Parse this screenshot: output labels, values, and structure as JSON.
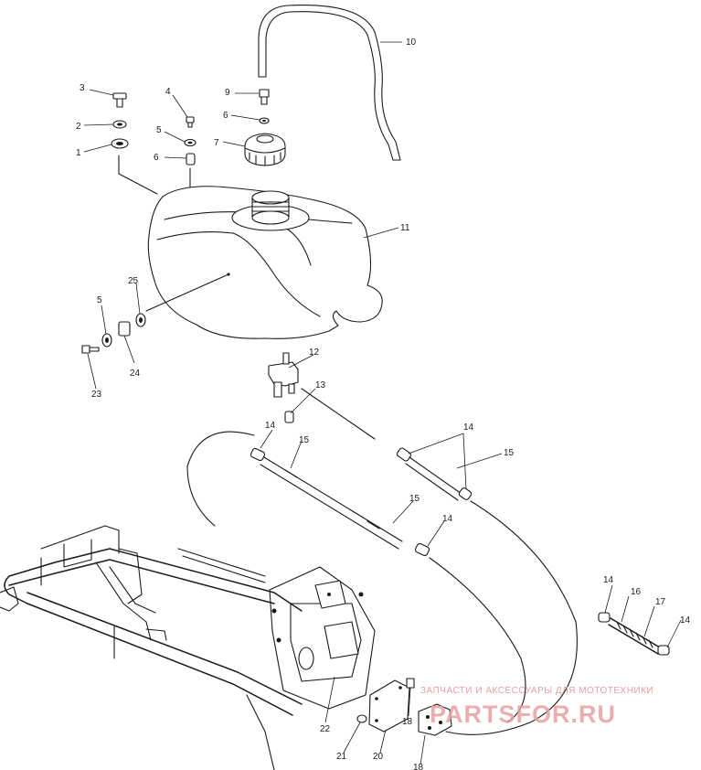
{
  "callouts": [
    {
      "id": "c1",
      "text": "1"
    },
    {
      "id": "c2",
      "text": "2"
    },
    {
      "id": "c3",
      "text": "3"
    },
    {
      "id": "c4",
      "text": "4"
    },
    {
      "id": "c5a",
      "text": "5"
    },
    {
      "id": "c6a",
      "text": "6"
    },
    {
      "id": "c7",
      "text": "7"
    },
    {
      "id": "c6b",
      "text": "6"
    },
    {
      "id": "c9",
      "text": "9"
    },
    {
      "id": "c10",
      "text": "10"
    },
    {
      "id": "c11",
      "text": "11"
    },
    {
      "id": "c25",
      "text": "25"
    },
    {
      "id": "c5b",
      "text": "5"
    },
    {
      "id": "c24",
      "text": "24"
    },
    {
      "id": "c23",
      "text": "23"
    },
    {
      "id": "c12",
      "text": "12"
    },
    {
      "id": "c13",
      "text": "13"
    },
    {
      "id": "c14a",
      "text": "14"
    },
    {
      "id": "c15a",
      "text": "15"
    },
    {
      "id": "c14b",
      "text": "14"
    },
    {
      "id": "c15b",
      "text": "15"
    },
    {
      "id": "c15c",
      "text": "15"
    },
    {
      "id": "c14c",
      "text": "14"
    },
    {
      "id": "c14d",
      "text": "14"
    },
    {
      "id": "c16",
      "text": "16"
    },
    {
      "id": "c17",
      "text": "17"
    },
    {
      "id": "c14e",
      "text": "14"
    },
    {
      "id": "c22",
      "text": "22"
    },
    {
      "id": "c21",
      "text": "21"
    },
    {
      "id": "c20",
      "text": "20"
    },
    {
      "id": "c18a",
      "text": "18"
    },
    {
      "id": "c18b",
      "text": "18"
    }
  ],
  "watermark": {
    "tagline": "ЗАПЧАСТИ И АКСЕССУАРЫ ДЛЯ МОТОТЕХНИКИ",
    "logo_text": "PARTSFOR.RU",
    "color": "#e8a0a0"
  }
}
